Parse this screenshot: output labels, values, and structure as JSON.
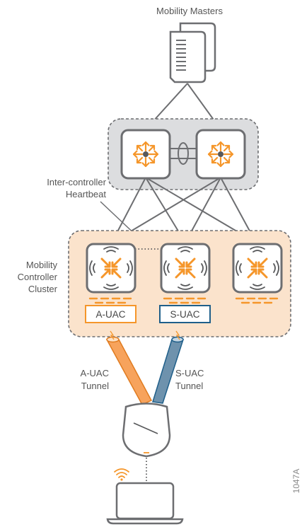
{
  "labels": {
    "mobility_masters": "Mobility Masters",
    "heartbeat_line1": "Inter-controller",
    "heartbeat_line2": "Heartbeat",
    "cluster_line1": "Mobility",
    "cluster_line2": "Controller",
    "cluster_line3": "Cluster",
    "a_uac_box": "A-UAC",
    "s_uac_box": "S-UAC",
    "a_tunnel_line1": "A-UAC",
    "a_tunnel_line2": "Tunnel",
    "s_tunnel_line1": "S-UAC",
    "s_tunnel_line2": "Tunnel",
    "figure_id": "1047A"
  },
  "colors": {
    "orange_accent": "#f5962a",
    "blue_accent": "#1f5f8a",
    "gray_line": "#6d6e71",
    "cluster_fill": "#fbe3cc",
    "mm_cluster_fill": "#dcdddf",
    "tunnel_orange": "#f7a35c",
    "tunnel_blue": "#6e92ad"
  },
  "icons": {
    "servers": "server-stack-icon",
    "controllers": "controller-icon",
    "access_point": "access-point-icon",
    "laptop": "laptop-icon",
    "wifi": "wifi-icon"
  }
}
